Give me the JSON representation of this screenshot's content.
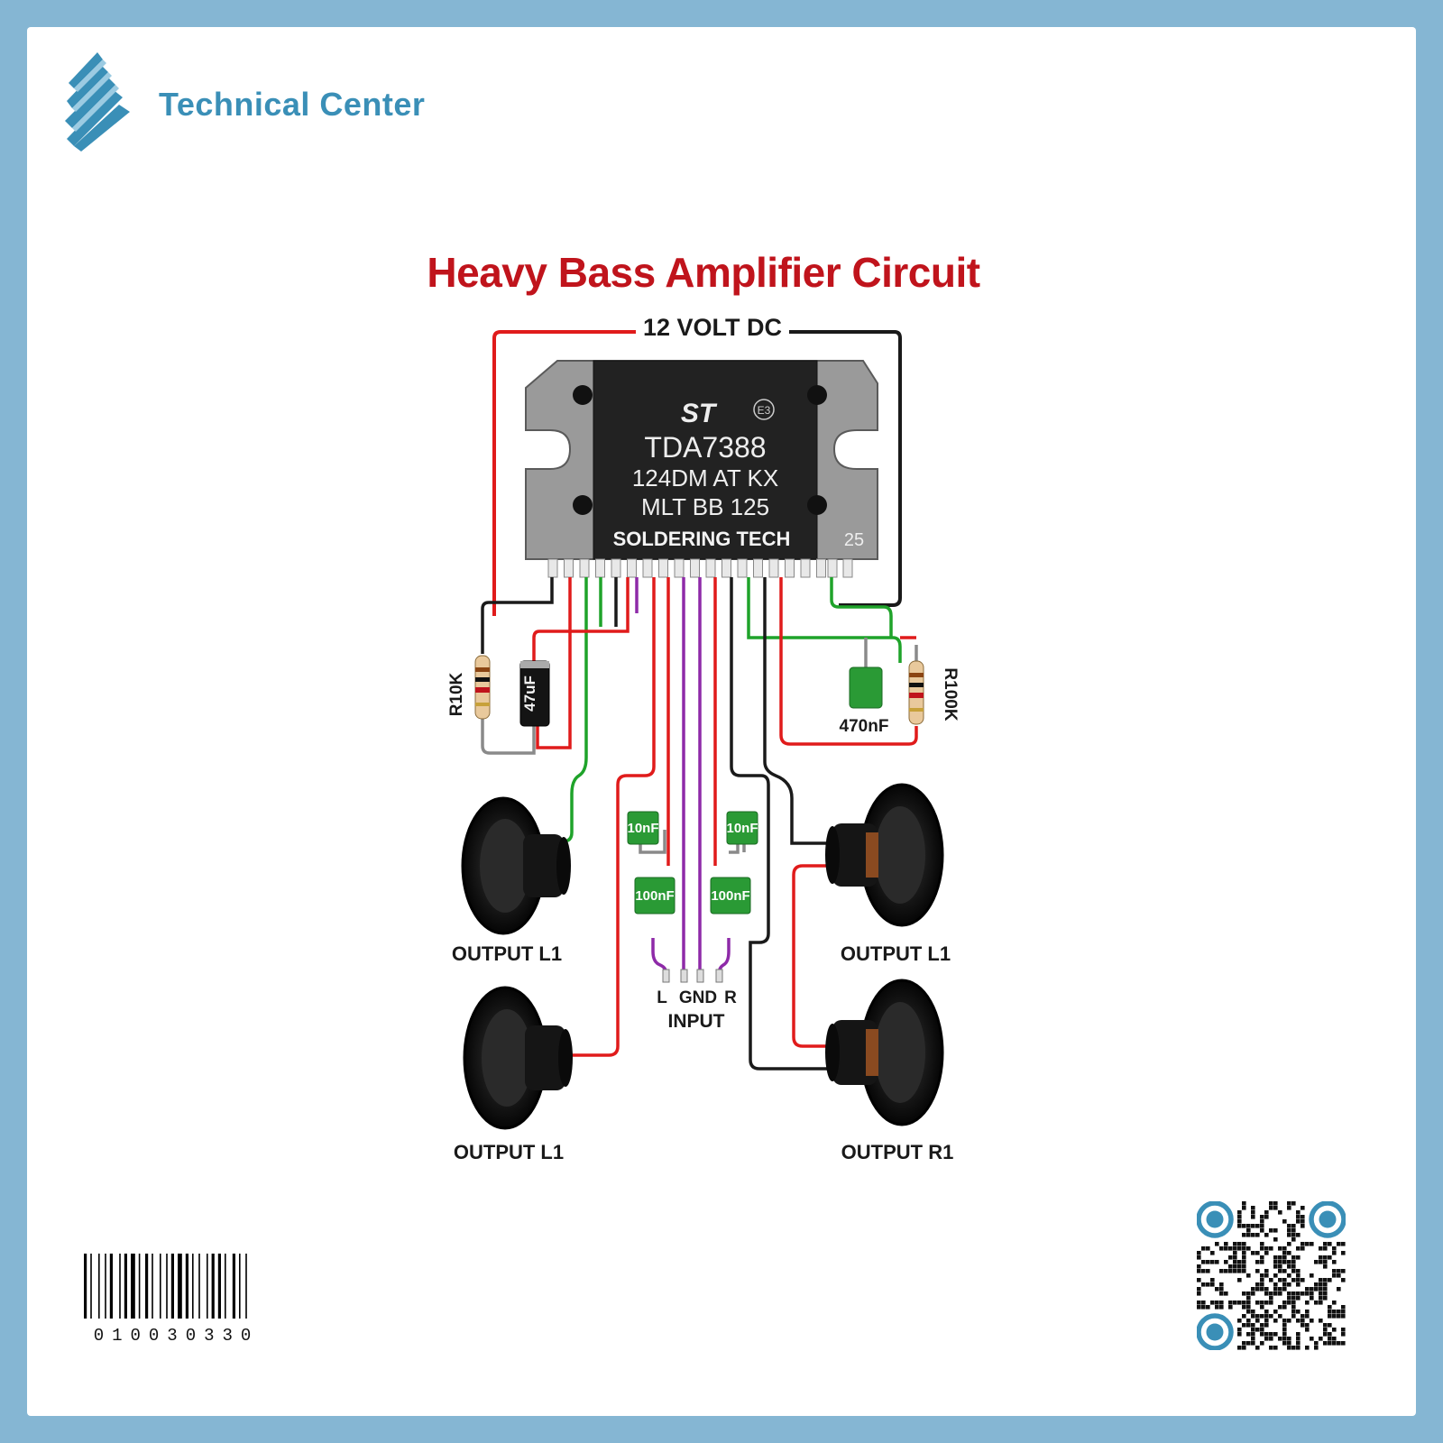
{
  "brand": {
    "name": "Technical Center",
    "icon": "pyramid-stripes-logo",
    "color": "#3a8fb7"
  },
  "diagram": {
    "title": "Heavy Bass Amplifier Circuit",
    "supply_label": "12 VOLT DC",
    "chip": {
      "logo": "ST",
      "mark": "E3",
      "line1": "TDA7388",
      "line2": "124DM AT KX",
      "line3": "MLT  BB 125",
      "line4": "SOLDERING TECH",
      "pin_count": "25"
    },
    "components": {
      "r_left": "R10K",
      "cap_electrolytic": "47uF",
      "cap_470": "470nF",
      "r_right": "R100K",
      "cap_10_left": "10nF",
      "cap_10_right": "10nF",
      "cap_100_left": "100nF",
      "cap_100_right": "100nF"
    },
    "input": {
      "l": "L",
      "gnd": "GND",
      "r": "R",
      "label": "INPUT"
    },
    "outputs": {
      "top_left": "OUTPUT L1",
      "top_right": "OUTPUT L1",
      "bottom_left": "OUTPUT L1",
      "bottom_right": "OUTPUT R1"
    },
    "colors": {
      "red_wire": "#e01b1b",
      "black_wire": "#1a1a1a",
      "green_wire": "#1fa32a",
      "purple_wire": "#8e2aa8",
      "title": "#c0141c"
    }
  },
  "barcode": {
    "number": "010030330"
  },
  "qr": {
    "icon": "qr-code"
  }
}
